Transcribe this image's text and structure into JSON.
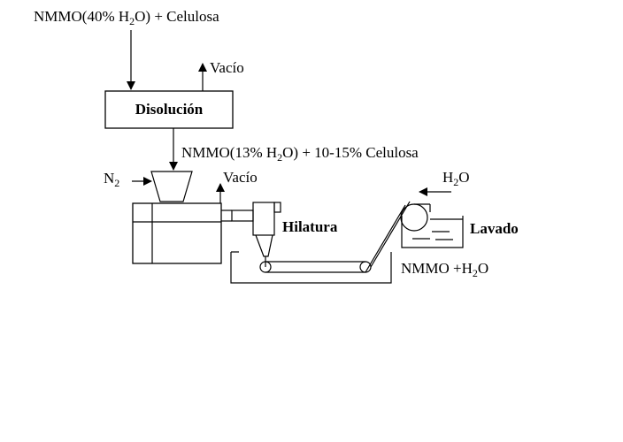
{
  "diagram": {
    "feed_label": {
      "a": "NMMO(40% H",
      "sub": "2",
      "b": "O) + Celulosa"
    },
    "vacuum_1": "Vacío",
    "dissolution_box": "Disolución",
    "solution_label": {
      "a": "NMMO(13% H",
      "sub": "2",
      "b": "O) + 10-15% Celulosa"
    },
    "nitrogen_label": {
      "a": "N",
      "sub": "2"
    },
    "vacuum_2": "Vacío",
    "water_in_label": {
      "a": "H",
      "sub": "2",
      "b": "O"
    },
    "spinning_label": "Hilatura",
    "washing_label": "Lavado",
    "bath_label": {
      "a": "NMMO +H",
      "sub": "2",
      "b": "O"
    }
  }
}
